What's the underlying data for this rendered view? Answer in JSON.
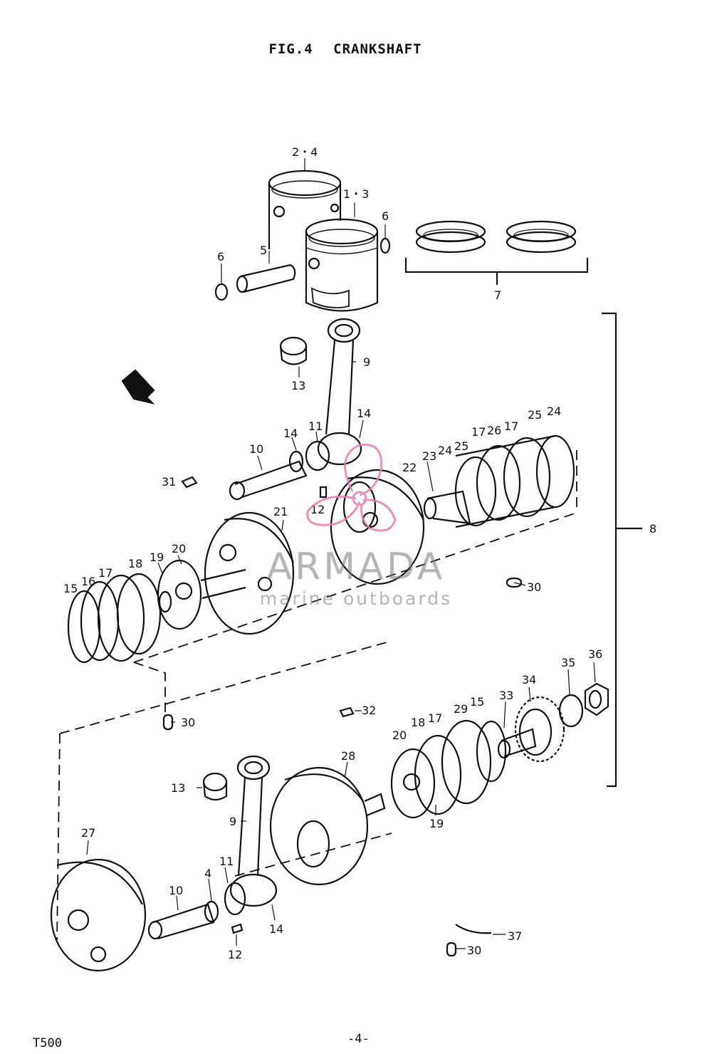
{
  "header": {
    "fig_label": "FIG.4",
    "fig_title": "CRANKSHAFT"
  },
  "watermark": {
    "brand": "ARMADA",
    "tagline": "marine outboards",
    "accent_color": "#e27fb0",
    "text_color": "#8a8a8a"
  },
  "footer": {
    "model": "T500",
    "page": "-4-"
  },
  "callouts": {
    "c24a": "2・4",
    "c13a": "1・3",
    "c6a": "6",
    "c6b": "6",
    "c5": "5",
    "c7": "7",
    "c9a": "9",
    "c13b": "13",
    "c14a": "14",
    "c14b": "14",
    "c11a": "11",
    "c10a": "10",
    "c31": "31",
    "c12a": "12",
    "c22": "22",
    "c23": "23",
    "c24b": "24",
    "c25a": "25",
    "c17a": "17",
    "c26": "26",
    "c17b": "17",
    "c25b": "25",
    "c24c": "24",
    "c8": "8",
    "c21": "21",
    "c20a": "20",
    "c19a": "19",
    "c18a": "18",
    "c17c": "17",
    "c16": "16",
    "c15a": "15",
    "c30a": "30",
    "c30b": "30",
    "c32": "32",
    "c35": "35",
    "c36": "36",
    "c34": "34",
    "c33": "33",
    "c15b": "15",
    "c29": "29",
    "c17d": "17",
    "c18b": "18",
    "c20b": "20",
    "c28": "28",
    "c19b": "19",
    "c13c": "13",
    "c9b": "9",
    "c27": "27",
    "c10b": "10",
    "c4": "4",
    "c11b": "11",
    "c14c": "14",
    "c12b": "12",
    "c37": "37",
    "c30c": "30"
  }
}
